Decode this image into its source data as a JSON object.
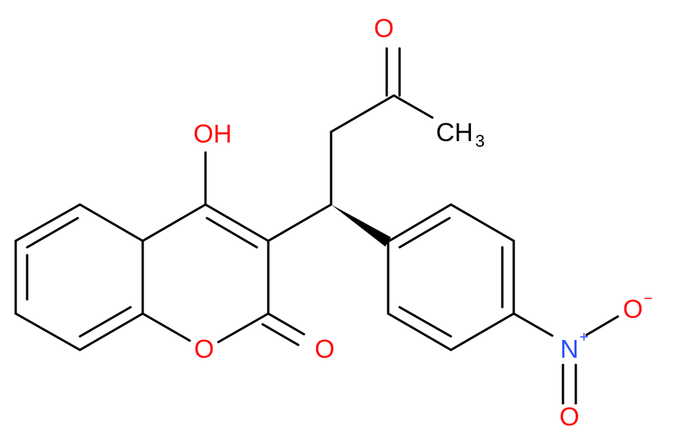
{
  "molecule": {
    "colors": {
      "oxygen": "#ff0d0d",
      "nitrogen": "#3050f8",
      "carbon": "#000000"
    },
    "labels": {
      "hydroxyl": "OH",
      "ketone_o": "O",
      "methyl_c": "CH",
      "methyl_sub": "3",
      "ring_o": "O",
      "lactone_o": "O",
      "nitro_n": "N",
      "nitro_n_charge": "+",
      "nitro_o_minus": "O",
      "nitro_o_charge": "−",
      "nitro_o": "O"
    }
  }
}
